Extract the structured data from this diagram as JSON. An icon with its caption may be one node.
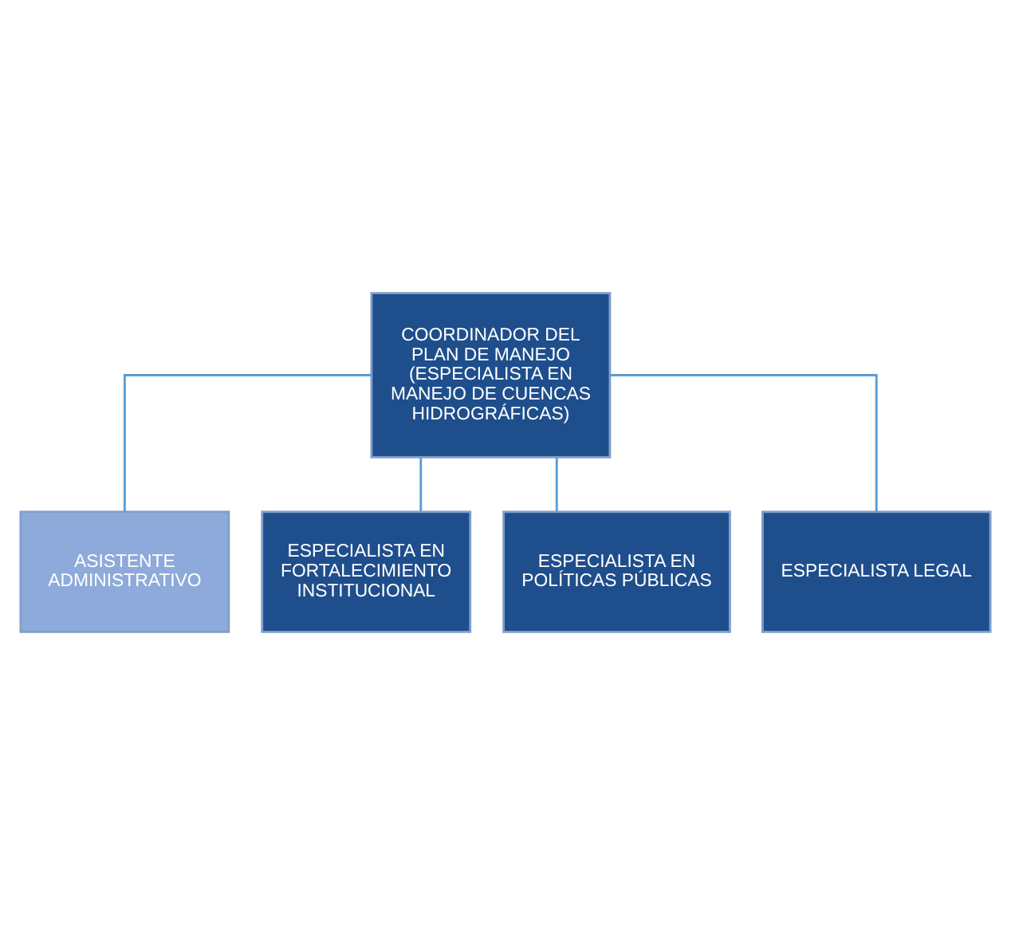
{
  "diagram": {
    "nodes": [
      {
        "text": [
          "COORDINADOR DEL PLAN DE MANEJO",
          "(ESPECIALISTA EN MANEJO DE CUENCAS HIDROGRÁFICAS)"
        ]
      },
      {
        "text": [
          "ASISTENTE ADMINISTRATIVO"
        ]
      },
      {
        "text": [
          "ESPECIALISTA EN FORTALECIMIENTO INSTITUCIONAL"
        ]
      },
      {
        "text": [
          "ESPECIALISTA EN POLÍTICAS PÚBLICAS"
        ]
      },
      {
        "text": [
          "ESPECIALISTA LEGAL"
        ]
      }
    ],
    "edges": [
      {
        "from": 0,
        "to": 1,
        "arrow": "none"
      },
      {
        "from": 0,
        "to": 2,
        "arrow": "none"
      },
      {
        "from": 0,
        "to": 3,
        "arrow": "none"
      },
      {
        "from": 0,
        "to": 4,
        "arrow": "none"
      }
    ]
  }
}
